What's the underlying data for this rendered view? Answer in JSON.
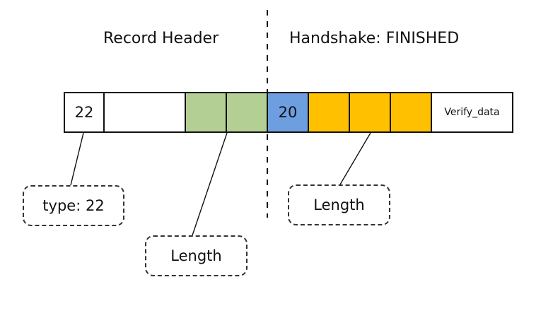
{
  "titles": {
    "record_header": "Record Header",
    "handshake": "Handshake: FINISHED"
  },
  "cells": [
    {
      "id": "record-type",
      "label": "22",
      "fill": "#ffffff"
    },
    {
      "id": "record-version",
      "label": "",
      "fill": "#ffffff"
    },
    {
      "id": "record-length-1",
      "label": "",
      "fill": "#b4cf93"
    },
    {
      "id": "record-length-2",
      "label": "",
      "fill": "#b4cf93"
    },
    {
      "id": "handshake-type",
      "label": "20",
      "fill": "#6d9ee0"
    },
    {
      "id": "handshake-length-1",
      "label": "",
      "fill": "#ffc000"
    },
    {
      "id": "handshake-length-2",
      "label": "",
      "fill": "#ffc000"
    },
    {
      "id": "handshake-length-3",
      "label": "",
      "fill": "#ffc000"
    },
    {
      "id": "verify-data",
      "label": "Verify_data",
      "fill": "#ffffff"
    }
  ],
  "callouts": {
    "type": "type: 22",
    "record_length": "Length",
    "handshake_length": "Length"
  },
  "colors": {
    "record_length": "#b4cf93",
    "handshake_type": "#6d9ee0",
    "handshake_length": "#ffc000",
    "stroke": "#111111"
  }
}
